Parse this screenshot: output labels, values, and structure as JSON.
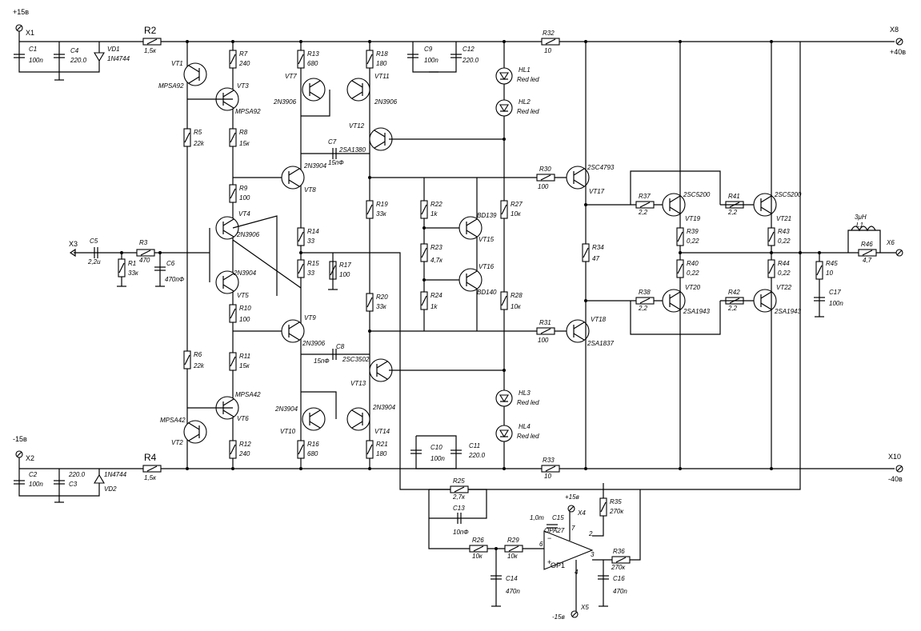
{
  "supplies": {
    "pos_in": "+15в",
    "neg_in": "-15в",
    "x1": "X1",
    "x2": "X2",
    "x8": "X8",
    "x10": "X10",
    "pos_out": "+40в",
    "neg_out": "-40в"
  },
  "input": {
    "x3": "X3",
    "x6": "X6"
  },
  "opamp": {
    "name": "OP1",
    "type": "OPA27",
    "pos": "+15в",
    "neg": "-15в",
    "x4": "X4",
    "x5": "X5",
    "pin2": "2",
    "pin3": "3",
    "pin4": "4",
    "pin6": "6",
    "pin7": "7",
    "minus": "−",
    "plus": "+"
  },
  "resistors": [
    {
      "ref": "R1",
      "val": "33к"
    },
    {
      "ref": "R2",
      "val": "1,5к"
    },
    {
      "ref": "R3",
      "val": "470"
    },
    {
      "ref": "R4",
      "val": "1,5к"
    },
    {
      "ref": "R5",
      "val": "22k"
    },
    {
      "ref": "R6",
      "val": "22k"
    },
    {
      "ref": "R7",
      "val": "240"
    },
    {
      "ref": "R8",
      "val": "15к"
    },
    {
      "ref": "R9",
      "val": "100"
    },
    {
      "ref": "R10",
      "val": "100"
    },
    {
      "ref": "R11",
      "val": "15к"
    },
    {
      "ref": "R12",
      "val": "240"
    },
    {
      "ref": "R13",
      "val": "680"
    },
    {
      "ref": "R14",
      "val": "33"
    },
    {
      "ref": "R15",
      "val": "33"
    },
    {
      "ref": "R16",
      "val": "680"
    },
    {
      "ref": "R17",
      "val": "100"
    },
    {
      "ref": "R18",
      "val": "180"
    },
    {
      "ref": "R19",
      "val": "33к"
    },
    {
      "ref": "R20",
      "val": "33к"
    },
    {
      "ref": "R21",
      "val": "180"
    },
    {
      "ref": "R22",
      "val": "1k"
    },
    {
      "ref": "R23",
      "val": "4,7к"
    },
    {
      "ref": "R24",
      "val": "1k"
    },
    {
      "ref": "R25",
      "val": "2,7к"
    },
    {
      "ref": "R26",
      "val": "10к"
    },
    {
      "ref": "R27",
      "val": "10к"
    },
    {
      "ref": "R28",
      "val": "10к"
    },
    {
      "ref": "R29",
      "val": "10к"
    },
    {
      "ref": "R30",
      "val": "100"
    },
    {
      "ref": "R31",
      "val": "100"
    },
    {
      "ref": "R32",
      "val": "10"
    },
    {
      "ref": "R33",
      "val": "10"
    },
    {
      "ref": "R34",
      "val": "47"
    },
    {
      "ref": "R35",
      "val": "270к"
    },
    {
      "ref": "R36",
      "val": "270к"
    },
    {
      "ref": "R37",
      "val": "2,2"
    },
    {
      "ref": "R38",
      "val": "2,2"
    },
    {
      "ref": "R39",
      "val": "0,22"
    },
    {
      "ref": "R40",
      "val": "0,22"
    },
    {
      "ref": "R41",
      "val": "2,2"
    },
    {
      "ref": "R42",
      "val": "2,2"
    },
    {
      "ref": "R43",
      "val": "0,22"
    },
    {
      "ref": "R44",
      "val": "0,22"
    },
    {
      "ref": "R45",
      "val": "10"
    },
    {
      "ref": "R46",
      "val": "4,7"
    }
  ],
  "capacitors": [
    {
      "ref": "C1",
      "val": "100n"
    },
    {
      "ref": "C2",
      "val": "100n"
    },
    {
      "ref": "C3",
      "val": "220.0"
    },
    {
      "ref": "C4",
      "val": "220.0"
    },
    {
      "ref": "C5",
      "val": "2,2u"
    },
    {
      "ref": "C6",
      "val": "470пФ"
    },
    {
      "ref": "C7",
      "val": "15пФ"
    },
    {
      "ref": "C8",
      "val": "15пФ"
    },
    {
      "ref": "C9",
      "val": "100n"
    },
    {
      "ref": "C10",
      "val": "100n"
    },
    {
      "ref": "C11",
      "val": "220.0"
    },
    {
      "ref": "C12",
      "val": "220.0"
    },
    {
      "ref": "C13",
      "val": "10пФ"
    },
    {
      "ref": "C14",
      "val": "470n"
    },
    {
      "ref": "C15",
      "val": "1,0m"
    },
    {
      "ref": "C16",
      "val": "470n"
    },
    {
      "ref": "C17",
      "val": "100n"
    }
  ],
  "diodes": [
    {
      "ref": "VD1",
      "val": "1N4744"
    },
    {
      "ref": "VD2",
      "val": "1N4744"
    },
    {
      "ref": "HL1",
      "val": "Red led"
    },
    {
      "ref": "HL2",
      "val": "Red led"
    },
    {
      "ref": "HL3",
      "val": "Red led"
    },
    {
      "ref": "HL4",
      "val": "Red led"
    }
  ],
  "transistors": [
    {
      "ref": "VT1",
      "val": "MPSA92"
    },
    {
      "ref": "VT2",
      "val": "MPSA42"
    },
    {
      "ref": "VT3",
      "val": "MPSA92"
    },
    {
      "ref": "VT4",
      "val": "2N3906"
    },
    {
      "ref": "VT5",
      "val": "2N3904"
    },
    {
      "ref": "VT6",
      "val": "MPSA42"
    },
    {
      "ref": "VT7",
      "val": "2N3906"
    },
    {
      "ref": "VT8",
      "val": "2N3904"
    },
    {
      "ref": "VT9",
      "val": "2N3906"
    },
    {
      "ref": "VT10",
      "val": "2N3904"
    },
    {
      "ref": "VT11",
      "val": "2N3906"
    },
    {
      "ref": "VT12",
      "val": "2SA1380"
    },
    {
      "ref": "VT13",
      "val": "2SC3502"
    },
    {
      "ref": "VT14",
      "val": "2N3904"
    },
    {
      "ref": "VT15",
      "val": "BD139"
    },
    {
      "ref": "VT16",
      "val": "BD140"
    },
    {
      "ref": "VT17",
      "val": "2SC4793"
    },
    {
      "ref": "VT18",
      "val": "2SA1837"
    },
    {
      "ref": "VT19",
      "val": "2SC5200"
    },
    {
      "ref": "VT20",
      "val": "2SA1943"
    },
    {
      "ref": "VT21",
      "val": "2SC5200"
    },
    {
      "ref": "VT22",
      "val": "2SA1943"
    }
  ],
  "inductor": {
    "ref": "L1",
    "val": "3μH"
  }
}
